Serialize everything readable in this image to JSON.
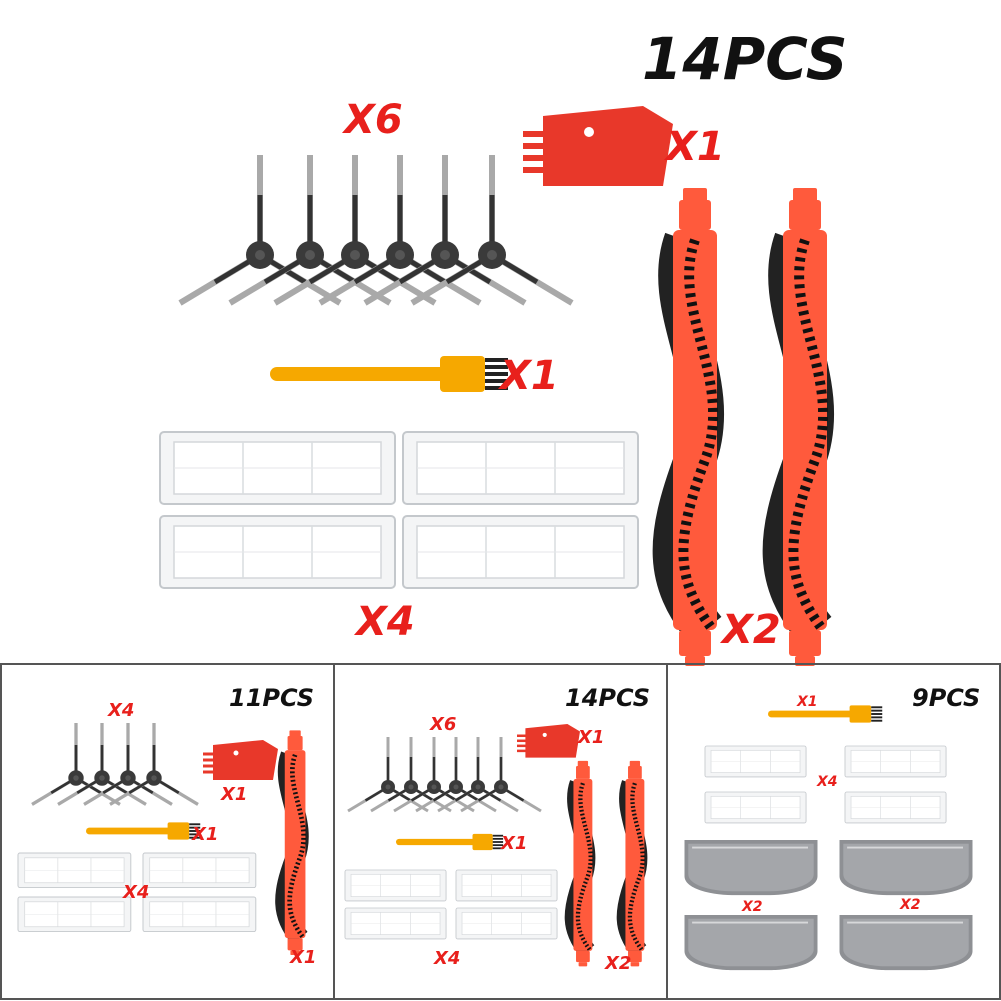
{
  "main": {
    "title": "14PCS",
    "side_brush_qty": "X6",
    "cleaning_tool_qty": "X1",
    "cleaning_brush_qty": "X1",
    "filter_qty": "X4",
    "main_brush_qty": "X2"
  },
  "panels": [
    {
      "title": "11PCS",
      "side_brush_qty": "X4",
      "cleaning_tool_qty": "X1",
      "cleaning_brush_qty": "X1",
      "filter_qty": "X4",
      "main_brush_qty": "X1"
    },
    {
      "title": "14PCS",
      "side_brush_qty": "X6",
      "cleaning_tool_qty": "X1",
      "cleaning_brush_qty": "X1",
      "filter_qty": "X4",
      "main_brush_qty": "X2"
    },
    {
      "title": "9PCS",
      "cleaning_brush_qty": "X1",
      "filter_qty": "X4",
      "mop_qty_left": "X2",
      "mop_qty_right": "X2"
    }
  ],
  "colors": {
    "label_red": "#e8201c",
    "brush_orange": "#ff5a3c",
    "bristle_black": "#222222",
    "tool_yellow": "#f6a800",
    "filter_gray": "#cfd3d6",
    "mop_gray": "#8e9094"
  }
}
